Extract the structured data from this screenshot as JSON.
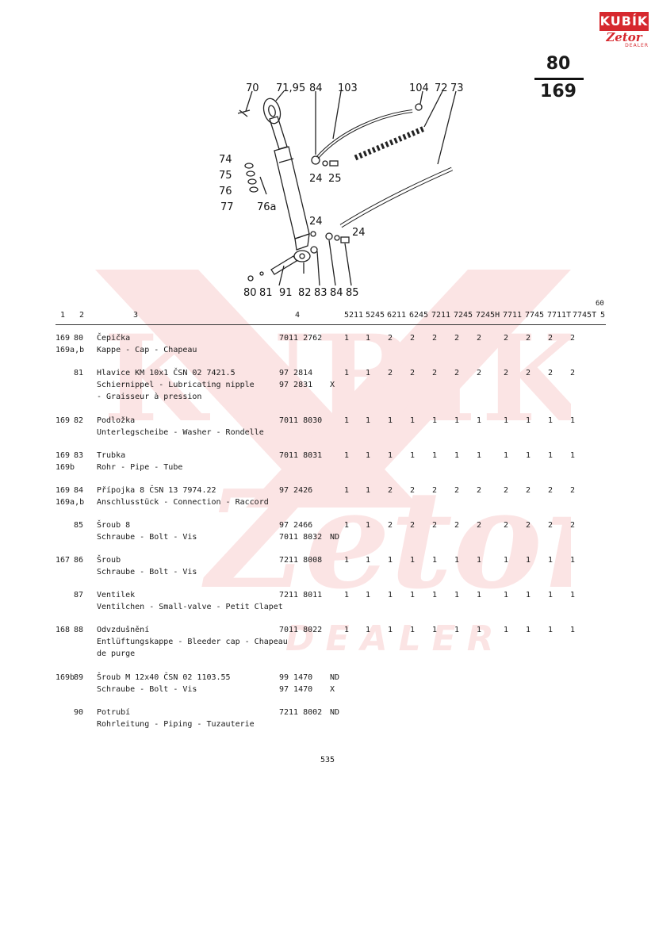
{
  "page": {
    "number_top": "80",
    "number_bottom": "169",
    "footer": "535"
  },
  "logo": {
    "top": "KUBÍK",
    "bottom": "Zetor",
    "dealer": "DEALER"
  },
  "watermark": {
    "line1": "KUBÍK",
    "line2": "Zetor",
    "line3": "DEALER"
  },
  "diagram_labels": [
    "70",
    "71,95",
    "84",
    "103",
    "104",
    "72",
    "73",
    "74",
    "75",
    "76",
    "77",
    "76a",
    "24",
    "25",
    "24",
    "24",
    "80",
    "81",
    "91",
    "82",
    "83",
    "84",
    "85"
  ],
  "table": {
    "headers": {
      "c1": "1",
      "c2": "2",
      "c3": "3",
      "c4": "4",
      "extra": "60"
    },
    "models": [
      "5211",
      "5245",
      "6211",
      "6245",
      "7211",
      "7245",
      "7245H",
      "7711",
      "7745",
      "7711T",
      "7745T",
      "5"
    ],
    "rows": [
      {
        "grp": "169",
        "pos": "80",
        "grp2": "169a,b",
        "desc": [
          "Čepička",
          "Kappe - Cap - Chapeau"
        ],
        "parts": [
          {
            "no": "7011 2762",
            "code": ""
          }
        ],
        "qty": [
          "1",
          "1",
          "2",
          "2",
          "2",
          "2",
          "2",
          "2",
          "2",
          "2",
          "2"
        ]
      },
      {
        "grp": "",
        "pos": "81",
        "grp2": "",
        "desc": [
          "Hlavice KM 10x1 ČSN 02 7421.5",
          "Schiernippel - Lubricating nipple",
          "- Graisseur à pression"
        ],
        "parts": [
          {
            "no": "97 2814",
            "code": ""
          },
          {
            "no": "97 2831",
            "code": "X"
          }
        ],
        "qty": [
          "1",
          "1",
          "2",
          "2",
          "2",
          "2",
          "2",
          "2",
          "2",
          "2",
          "2"
        ]
      },
      {
        "grp": "169",
        "pos": "82",
        "grp2": "",
        "desc": [
          "Podložka",
          "Unterlegscheibe - Washer - Rondelle"
        ],
        "parts": [
          {
            "no": "7011 8030",
            "code": ""
          }
        ],
        "qty": [
          "1",
          "1",
          "1",
          "1",
          "1",
          "1",
          "1",
          "1",
          "1",
          "1",
          "1"
        ]
      },
      {
        "grp": "169",
        "pos": "83",
        "grp2": "169b",
        "desc": [
          "Trubka",
          "Rohr - Pipe - Tube"
        ],
        "parts": [
          {
            "no": "7011 8031",
            "code": ""
          }
        ],
        "qty": [
          "1",
          "1",
          "1",
          "1",
          "1",
          "1",
          "1",
          "1",
          "1",
          "1",
          "1"
        ]
      },
      {
        "grp": "169",
        "pos": "84",
        "grp2": "169a,b",
        "desc": [
          "Přípojka 8 ČSN 13 7974.22",
          "Anschlusstück - Connection - Raccord"
        ],
        "parts": [
          {
            "no": "97 2426",
            "code": ""
          }
        ],
        "qty": [
          "1",
          "1",
          "2",
          "2",
          "2",
          "2",
          "2",
          "2",
          "2",
          "2",
          "2"
        ]
      },
      {
        "grp": "",
        "pos": "85",
        "grp2": "",
        "desc": [
          "Šroub 8",
          "Schraube - Bolt - Vis"
        ],
        "parts": [
          {
            "no": "97 2466",
            "code": ""
          },
          {
            "no": "7011 8032",
            "code": "ND"
          }
        ],
        "qty": [
          "1",
          "1",
          "2",
          "2",
          "2",
          "2",
          "2",
          "2",
          "2",
          "2",
          "2"
        ]
      },
      {
        "grp": "167",
        "pos": "86",
        "grp2": "",
        "desc": [
          "Šroub",
          "Schraube - Bolt - Vis"
        ],
        "parts": [
          {
            "no": "7211 8008",
            "code": ""
          }
        ],
        "qty": [
          "1",
          "1",
          "1",
          "1",
          "1",
          "1",
          "1",
          "1",
          "1",
          "1",
          "1"
        ]
      },
      {
        "grp": "",
        "pos": "87",
        "grp2": "",
        "desc": [
          "Ventilek",
          "Ventilchen - Small-valve - Petit  Clapet"
        ],
        "parts": [
          {
            "no": "7211 8011",
            "code": ""
          }
        ],
        "qty": [
          "1",
          "1",
          "1",
          "1",
          "1",
          "1",
          "1",
          "1",
          "1",
          "1",
          "1"
        ]
      },
      {
        "grp": "168",
        "pos": "88",
        "grp2": "",
        "desc": [
          "Odvzdušnění",
          "Entlüftungskappe - Bleeder cap - Chapeau",
          "de purge"
        ],
        "parts": [
          {
            "no": "7011 8022",
            "code": ""
          }
        ],
        "qty": [
          "1",
          "1",
          "1",
          "1",
          "1",
          "1",
          "1",
          "1",
          "1",
          "1",
          "1"
        ]
      },
      {
        "grp": "169b",
        "pos": "89",
        "grp2": "",
        "desc": [
          "Šroub M 12x40 ČSN 02 1103.55",
          "Schraube - Bolt - Vis"
        ],
        "parts": [
          {
            "no": "99 1470",
            "code": "ND"
          },
          {
            "no": "97 1470",
            "code": "X"
          }
        ],
        "qty": []
      },
      {
        "grp": "",
        "pos": "90",
        "grp2": "",
        "desc": [
          "Potrubí",
          "Rohrleitung - Piping - Tuzauterie"
        ],
        "parts": [
          {
            "no": "7211 8002",
            "code": "ND"
          }
        ],
        "qty": []
      }
    ]
  }
}
